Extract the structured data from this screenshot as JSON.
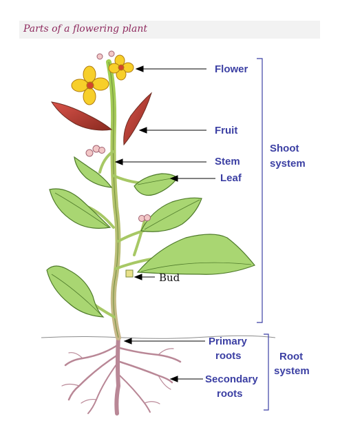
{
  "caption": "Parts of a flowering plant",
  "labels": {
    "flower": "Flower",
    "fruit": "Fruit",
    "stem": "Stem",
    "leaf": "Leaf",
    "bud": "Bud",
    "primary_line1": "Primary",
    "primary_line2": "roots",
    "secondary_line1": "Secondary",
    "secondary_line2": "roots",
    "shoot_line1": "Shoot",
    "shoot_line2": "system",
    "root_line1": "Root",
    "root_line2": "system"
  },
  "colors": {
    "label_blue": "#3b3fa3",
    "stem_green": "#a8c66a",
    "leaf_green": "#9ccf5a",
    "petal_yellow": "#f7cf2a",
    "fruit_red": "#c7443a",
    "root_pink": "#c99aa8",
    "caption": "#8e2a5e"
  }
}
